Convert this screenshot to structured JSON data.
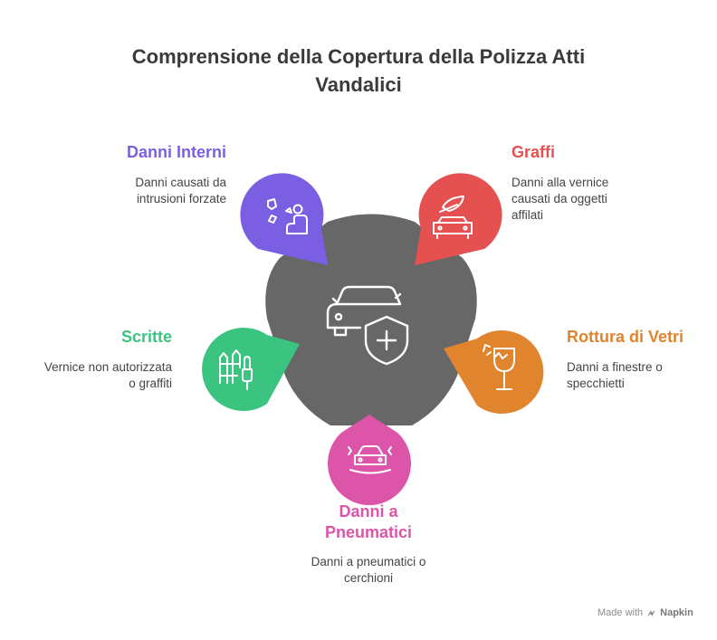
{
  "title": "Comprensione della Copertura della Polizza Atti Vandalici",
  "colors": {
    "center": "#676767",
    "danni_interni": "#7b5fe3",
    "graffi": "#e55151",
    "rottura_vetri": "#e0842e",
    "danni_pneumatici": "#dc55a8",
    "scritte": "#3bc47f"
  },
  "items": {
    "danni_interni": {
      "label": "Danni Interni",
      "desc_lines": [
        "Danni causati da",
        "intrusioni forzate"
      ],
      "icon": "seat-damage-icon"
    },
    "graffi": {
      "label": "Graffi",
      "desc_lines": [
        "Danni alla vernice",
        "causati da oggetti",
        "affilati"
      ],
      "icon": "car-scratch-icon"
    },
    "rottura_vetri": {
      "label": "Rottura di Vetri",
      "desc_lines": [
        "Danni a finestre o",
        "specchietti"
      ],
      "icon": "broken-glass-icon"
    },
    "danni_pneumatici": {
      "label_lines": [
        "Danni a",
        "Pneumatici"
      ],
      "desc_lines": [
        "Danni a pneumatici o",
        "cerchioni"
      ],
      "icon": "car-skid-icon"
    },
    "scritte": {
      "label": "Scritte",
      "desc_lines": [
        "Vernice non autorizzata",
        "o graffiti"
      ],
      "icon": "graffiti-fence-icon"
    }
  },
  "center": {
    "icon": "car-insurance-shield-icon"
  },
  "footer": {
    "made_with": "Made with",
    "brand": "Napkin"
  }
}
